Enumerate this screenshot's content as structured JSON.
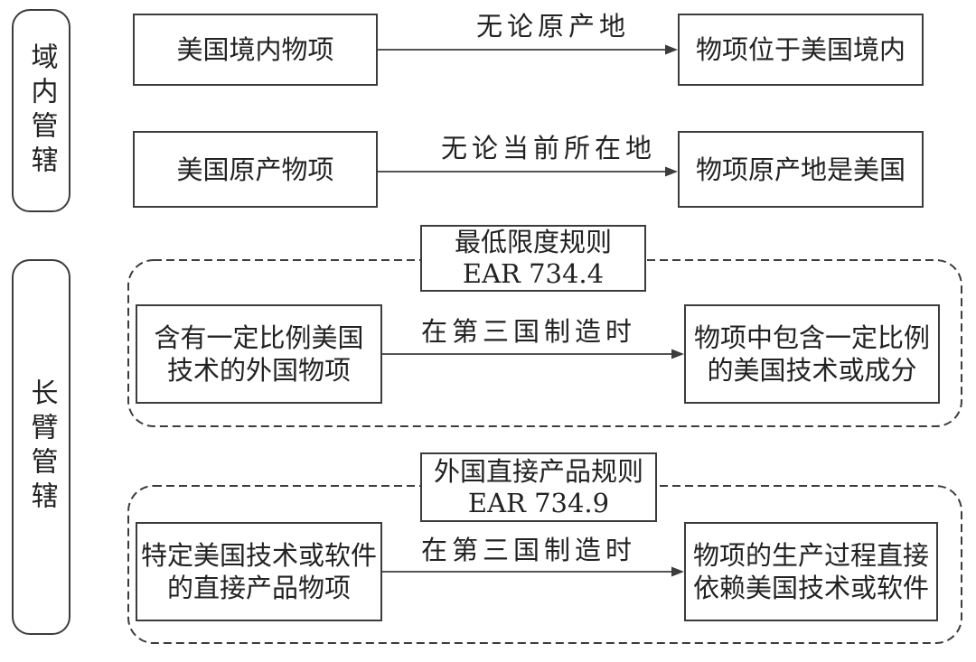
{
  "colors": {
    "line": "#3c3c3c",
    "text": "#222222",
    "background": "#ffffff"
  },
  "jurisdiction_groups": [
    {
      "label": "域内管辖"
    },
    {
      "label": "长臂管辖"
    }
  ],
  "direct_rows": [
    {
      "source": "美国境内物项",
      "condition": "无论原产地",
      "result": "物项位于美国境内"
    },
    {
      "source": "美国原产物项",
      "condition": "无论当前所在地",
      "result": "物项原产地是美国"
    }
  ],
  "rule_blocks": [
    {
      "title_line1": "最低限度规则",
      "title_line2": "EAR 734.4",
      "source_line1": "含有一定比例美国",
      "source_line2": "技术的外国物项",
      "condition": "在第三国制造时",
      "result_line1": "物项中包含一定比例",
      "result_line2": "的美国技术或成分"
    },
    {
      "title_line1": "外国直接产品规则",
      "title_line2": "EAR 734.9",
      "source_line1": "特定美国技术或软件",
      "source_line2": "的直接产品物项",
      "condition": "在第三国制造时",
      "result_line1": "物项的生产过程直接",
      "result_line2": "依赖美国技术或软件"
    }
  ]
}
